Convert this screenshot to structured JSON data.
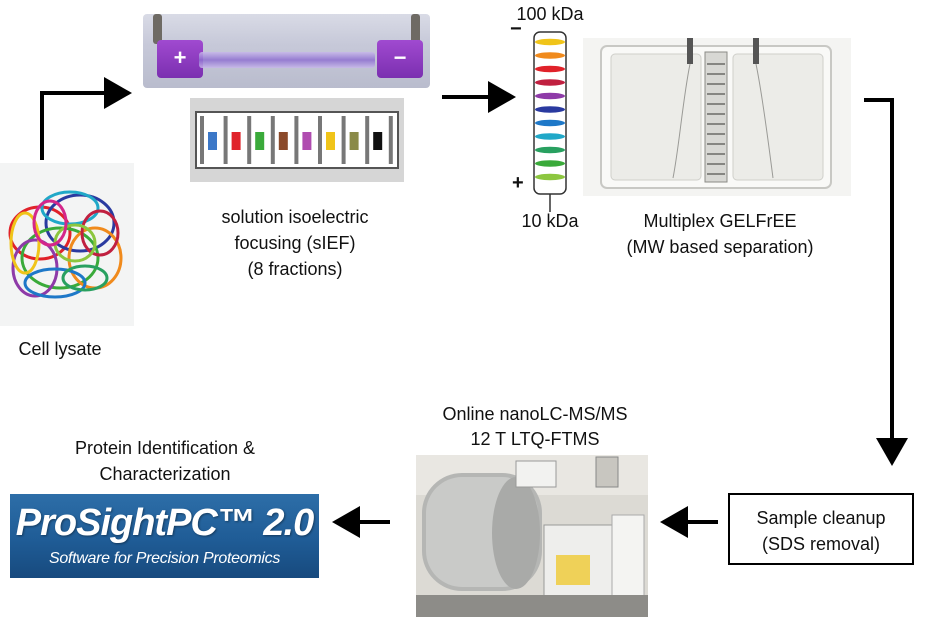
{
  "cell_lysate": {
    "label": "Cell lysate"
  },
  "sief": {
    "plus_sign": "+",
    "minus_sign": "−",
    "label_line1": "solution isoelectric",
    "label_line2": "focusing (sIEF)",
    "label_line3": "(8 fractions)",
    "fraction_colors": [
      "#3c78c8",
      "#e0222a",
      "#3aaa3a",
      "#8b4a2a",
      "#b04cb0",
      "#f0c419",
      "#8a8a48",
      "#111111"
    ]
  },
  "gelfree_tube": {
    "top_label": "100 kDa",
    "bottom_label": "10 kDa",
    "minus_sign": "−",
    "plus_sign": "+",
    "band_colors": [
      "#f0c419",
      "#f08a1c",
      "#e0222a",
      "#c02040",
      "#8e3aa8",
      "#2a3aa0",
      "#1e78c8",
      "#20a8c8",
      "#28a060",
      "#3aaa3a",
      "#8cc63f"
    ]
  },
  "gelfree": {
    "label_line1": "Multiplex GELFrEE",
    "label_line2": "(MW based separation)"
  },
  "lcms": {
    "label_line1": "Online nanoLC-MS/MS",
    "label_line2": "12 T LTQ-FTMS"
  },
  "cleanup": {
    "label_line1": "Sample cleanup",
    "label_line2": "(SDS removal)"
  },
  "protein_id": {
    "label_line1": "Protein Identification &",
    "label_line2": "Characterization"
  },
  "prosight": {
    "title": "ProSightPC™ 2.0",
    "subtitle": "Software for Precision Proteomics"
  }
}
